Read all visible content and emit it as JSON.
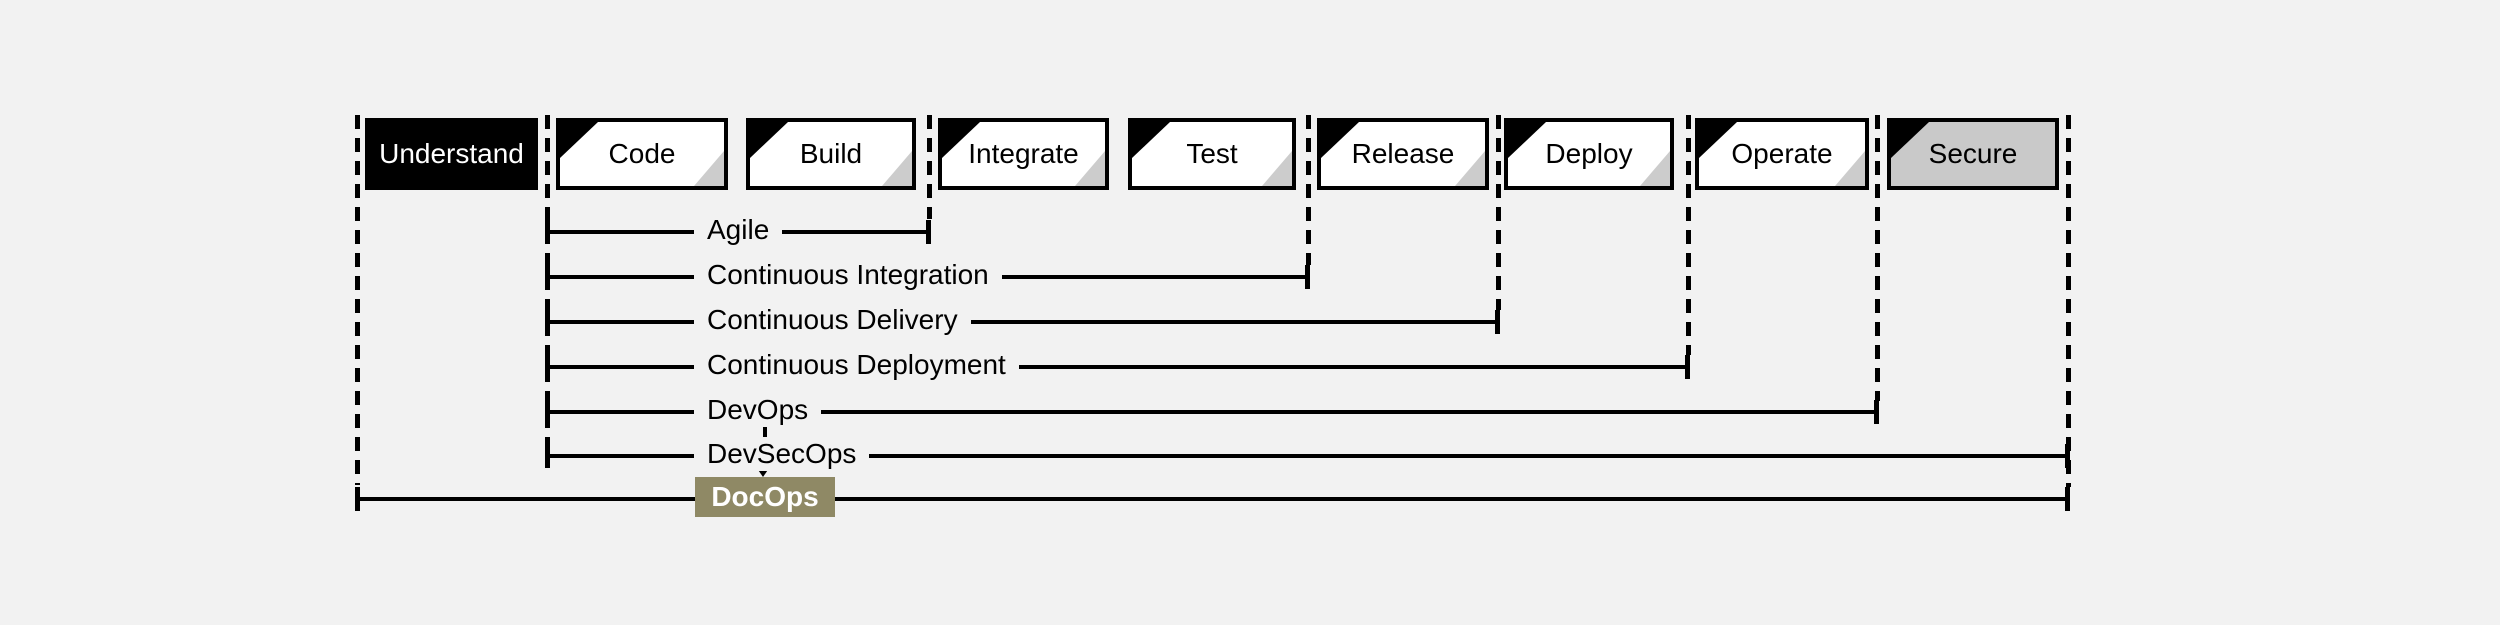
{
  "diagram": {
    "description": "Software lifecycle stages with methodology coverage spans",
    "colors": {
      "background": "#f2f2f2",
      "line_black": "#000000",
      "stage_fill": "#ffffff",
      "stage_inverted_fill": "#000000",
      "stage_muted_fill": "#c9c9c9",
      "corner_fold_gray": "#cccccc",
      "docops_badge": "#8f8965",
      "docops_text": "#ffffff"
    }
  },
  "stages": [
    {
      "label": "Understand",
      "style": "inverted"
    },
    {
      "label": "Code",
      "style": "normal"
    },
    {
      "label": "Build",
      "style": "normal"
    },
    {
      "label": "Integrate",
      "style": "normal"
    },
    {
      "label": "Test",
      "style": "normal"
    },
    {
      "label": "Release",
      "style": "normal"
    },
    {
      "label": "Deploy",
      "style": "normal"
    },
    {
      "label": "Operate",
      "style": "normal"
    },
    {
      "label": "Secure",
      "style": "muted"
    }
  ],
  "spans": [
    {
      "label": "Agile",
      "from": "Code",
      "to": "Build"
    },
    {
      "label": "Continuous Integration",
      "from": "Code",
      "to": "Test"
    },
    {
      "label": "Continuous Delivery",
      "from": "Code",
      "to": "Release"
    },
    {
      "label": "Continuous Deployment",
      "from": "Code",
      "to": "Deploy"
    },
    {
      "label": "DevOps",
      "from": "Code",
      "to": "Operate"
    },
    {
      "label": "DevSecOps",
      "from": "Code",
      "to": "Secure"
    },
    {
      "label": "DocOps",
      "from": "Understand",
      "to": "Secure",
      "badge": true
    }
  ]
}
